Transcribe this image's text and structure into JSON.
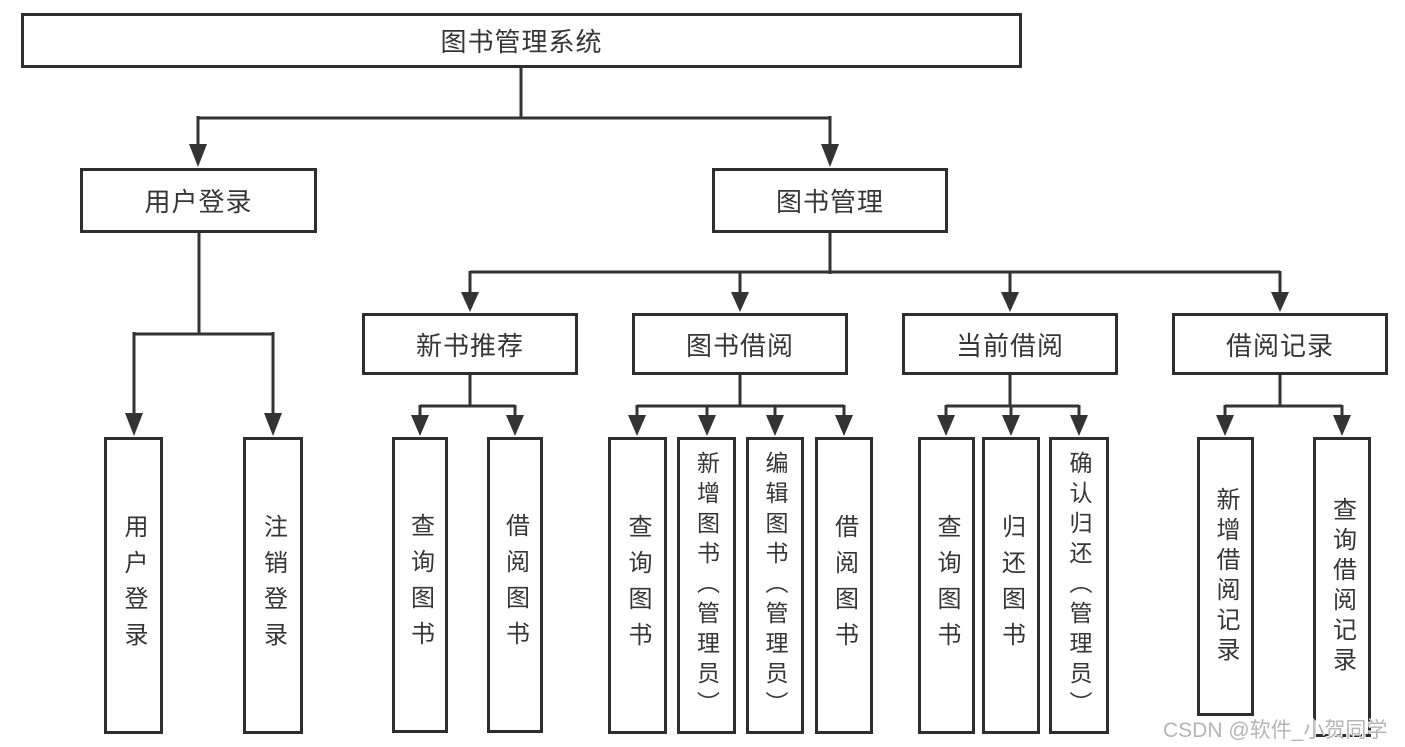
{
  "diagram_title": "图书管理系统",
  "nodes": {
    "root": "图书管理系统",
    "user_login": "用户登录",
    "book_mgmt": "图书管理",
    "new_book_rec": "新书推荐",
    "book_borrow": "图书借阅",
    "current_borrow": "当前借阅",
    "borrow_record": "借阅记录",
    "leaves_user": [
      "用户登录",
      "注销登录"
    ],
    "leaves_rec": [
      "查询图书",
      "借阅图书"
    ],
    "leaves_borrow": [
      "查询图书",
      "新增图书（管理员）",
      "编辑图书（管理员）",
      "借阅图书"
    ],
    "leaves_current": [
      "查询图书",
      "归还图书",
      "确认归还（管理员）"
    ],
    "leaves_record": [
      "新增借阅记录",
      "查询借阅记录"
    ]
  },
  "watermark": "CSDN @软件_小贺同学",
  "colors": {
    "line": "#333333",
    "box_border": "#2e2e2e",
    "text": "#363636",
    "background": "#ffffff",
    "watermark": "#b5b5b5"
  }
}
